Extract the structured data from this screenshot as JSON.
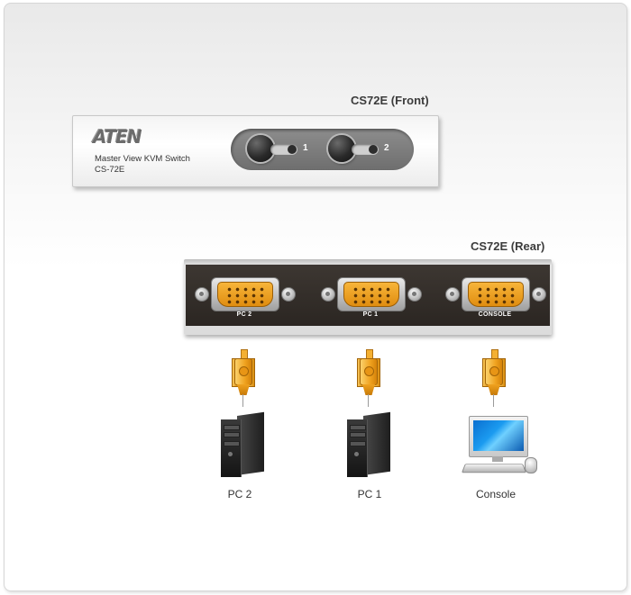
{
  "front": {
    "heading": "CS72E (Front)",
    "brand": "ATEN",
    "product_line": "Master View KVM Switch",
    "model": "CS-72E",
    "buttons": [
      "1",
      "2"
    ]
  },
  "rear": {
    "heading": "CS72E (Rear)",
    "ports": [
      "PC 2",
      "PC 1",
      "CONSOLE"
    ]
  },
  "devices": [
    "PC 2",
    "PC 1",
    "Console"
  ],
  "colors": {
    "connector": "#f0a21f",
    "rear_panel": "#2b2622",
    "button_bar": "#7a7a7a"
  },
  "icons": [
    "vga-port-icon",
    "vga-cable-icon",
    "pc-tower-icon",
    "monitor-keyboard-mouse-icon"
  ]
}
